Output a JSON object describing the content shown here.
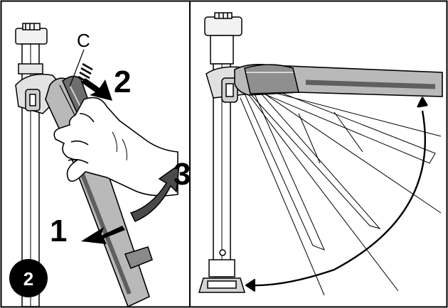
{
  "figure": {
    "step_badge": "2",
    "callout_letter": "C",
    "left_panel": {
      "step_labels": [
        "1",
        "2",
        "3"
      ]
    }
  },
  "colors": {
    "leg_grey": "#b9b9b9",
    "leg_dark": "#5f5f5f",
    "outline": "#000000",
    "badge": "#000000"
  }
}
